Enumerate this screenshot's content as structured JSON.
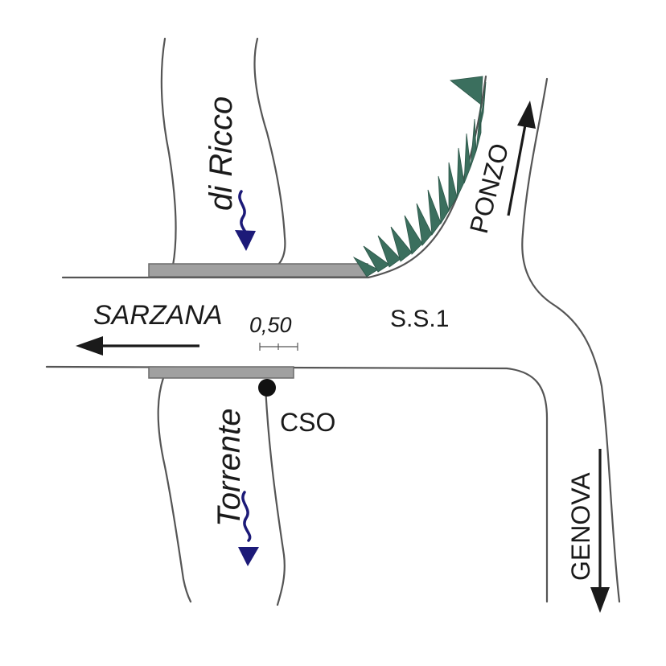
{
  "labels": {
    "stream_upper": "di Ricco",
    "stream_lower": "Torrente",
    "road_west": "SARZANA",
    "scale": "0,50",
    "road_name": "S.S.1",
    "cso": "CSO",
    "road_northeast": "PONZO",
    "road_south": "GENOVA"
  },
  "colors": {
    "flow_arrows": "#1c1a78",
    "embankment": "#3b6f5e",
    "bridge": "#a0a0a0",
    "lines": "#555555"
  },
  "icons": [
    "flow-arrow-icon",
    "direction-arrow-icon",
    "cso-point-icon",
    "embankment-hatching"
  ]
}
